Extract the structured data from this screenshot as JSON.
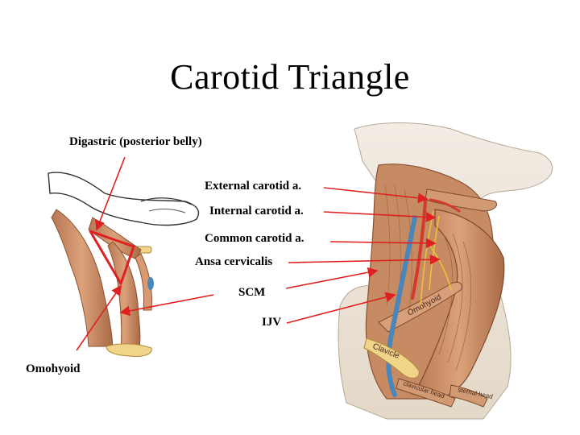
{
  "slide": {
    "title": "Carotid Triangle",
    "labels": {
      "digastric": "Digastric (posterior belly)",
      "external_carotid": "External carotid a.",
      "internal_carotid": "Internal carotid a.",
      "common_carotid": "Common carotid a.",
      "ansa_cervicalis": "Ansa cervicalis",
      "scm": "SCM",
      "ijv": "IJV",
      "omohyoid": "Omohyoid"
    },
    "illustration_text": {
      "omohyoid_muscle": "Omohyoid",
      "clavicle": "Clavicle",
      "clavicular_head": "clavicular head",
      "sternal_head": "sternal head"
    },
    "colors": {
      "pointer_line": "#e02020",
      "triangle_outline": "#e02020",
      "muscle": "#c98e66",
      "muscle_dark": "#9a5e3c",
      "artery": "#d23b2b",
      "vein": "#4a86b8",
      "nerve": "#e8c23a",
      "bone": "#f0d48a"
    }
  }
}
